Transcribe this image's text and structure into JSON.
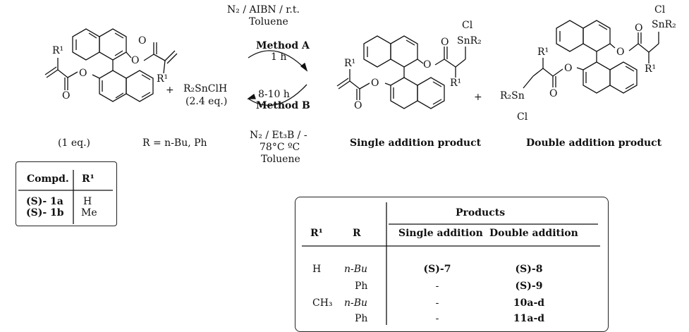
{
  "conditions": {
    "top_1": "N₂ / AIBN / r.t.",
    "top_2": "Toluene",
    "method_a": "Method A",
    "time_a": "1 h",
    "time_b": "8-10 h",
    "method_b": "Method B",
    "bottom_1": "N₂ / Et₃B / -",
    "bottom_2": "78°C ºC",
    "bottom_3": "Toluene"
  },
  "reagent": {
    "formula": "R₂SnClH",
    "equiv": "(2.4 eq.)",
    "r_def": "R = n-Bu, Ph",
    "plus": "+"
  },
  "start_material": {
    "equiv": "(1 eq.)"
  },
  "products": {
    "single_label": "Single addition product",
    "double_label": "Double addition product",
    "plus": "+"
  },
  "atoms": {
    "O": "O",
    "Cl": "Cl",
    "R1": "R¹",
    "SnR2": "SnR₂",
    "R2Sn": "R₂Sn"
  },
  "compd_table": {
    "header": [
      "Compd.",
      "R¹"
    ],
    "rows": [
      [
        "(S)- 1a",
        "H"
      ],
      [
        "(S)- 1b",
        "Me"
      ]
    ]
  },
  "product_table": {
    "group_header": "Products",
    "header": [
      "R¹",
      "R",
      "Single addition",
      "Double addition"
    ],
    "rows": [
      [
        "H",
        "n-Bu",
        "(S)-7",
        "(S)-8"
      ],
      [
        "",
        "Ph",
        "-",
        "(S)-9"
      ],
      [
        "CH₃",
        "n-Bu",
        "-",
        "10a-d"
      ],
      [
        "",
        "Ph",
        "-",
        "11a-d"
      ]
    ]
  }
}
